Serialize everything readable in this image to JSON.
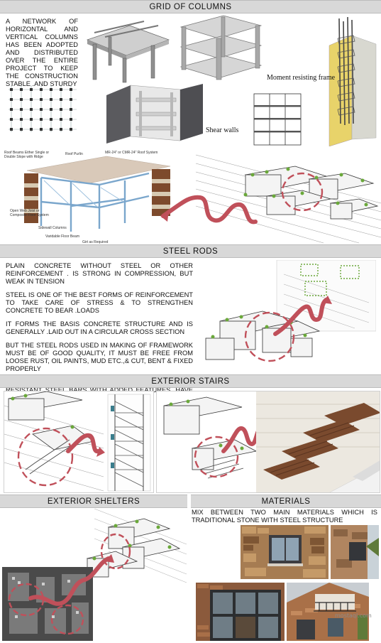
{
  "sections": {
    "grid": {
      "title": "GRID OF COLUMNS"
    },
    "steel": {
      "title": "STEEL RODS"
    },
    "stairs": {
      "title": "EXTERIOR STAIRS"
    },
    "shelters": {
      "title": "EXTERIOR SHELTERS"
    },
    "materials": {
      "title": "MATERIALS"
    }
  },
  "grid_text": "A NETWORK OF HORIZONTAL AND VERTICAL COLUMNS HAS BEEN ADOPTED AND DISTRIBUTED OVER THE ENTIRE PROJECT TO KEEP THE CONSTRUCTION STABLE .AND STURDY",
  "captions": {
    "moment_frame": "Moment resisting frame",
    "shear_walls": "Shear walls"
  },
  "roof_labels": {
    "roof_beams": "Roof Beams Either Single or Double Slope with Ridge",
    "roof_purlin": "Roof Purlin",
    "roof_system": "MR-24\" or CMR-24\" Roof System",
    "web_joist": "Open Web Joist or Composite Floor System",
    "sidewall_columns": "Sidewall Columns",
    "floor_beam": "Varidable Floor Beam",
    "girt": "Girt as Required"
  },
  "steel_paragraphs": [
    "PLAIN CONCRETE WITHOUT STEEL OR OTHER REINFORCEMENT . IS STRONG IN COMPRESSION, BUT WEAK IN TENSION",
    "STEEL IS ONE OF THE BEST FORMS OF REINFORCEMENT TO TAKE CARE OF STRESS & TO STRENGTHEN CONCRETE TO BEAR .LOADS",
    "IT FORMS THE BASIS CONCRETE STRUCTURE AND IS GENERALLY .LAID OUT IN A CIRCULAR CROSS SECTION",
    "BUT THE STEEL RODS USED IN MAKING OF FRAMEWORK MUST BE OF GOOD QUALITY, IT MUST BE FREE FROM LOOSE RUST, OIL PAINTS, MUD ETC.,& CUT, BENT & FIXED PROPERLY",
    "THERMO MECHANICALLY TREATED (TMT) & CORROSION-RESISTANT STEEL BARS WITH ADDED FEATURES .HAVE BEEN INTRODUCED RECENTLY"
  ],
  "materials_text": "MIX BETWEEN TWO MAIN MATERIALS WHICH IS TRADITIONAL STONE WITH STEEL STRUCTURE",
  "watermark": "mostaql.com",
  "colors": {
    "band": "#d8d8d8",
    "accent_red": "#c0505a",
    "steel_blue": "#8ab0d0",
    "greenery": "#6aa83a",
    "brick": "#8b5a3c"
  }
}
